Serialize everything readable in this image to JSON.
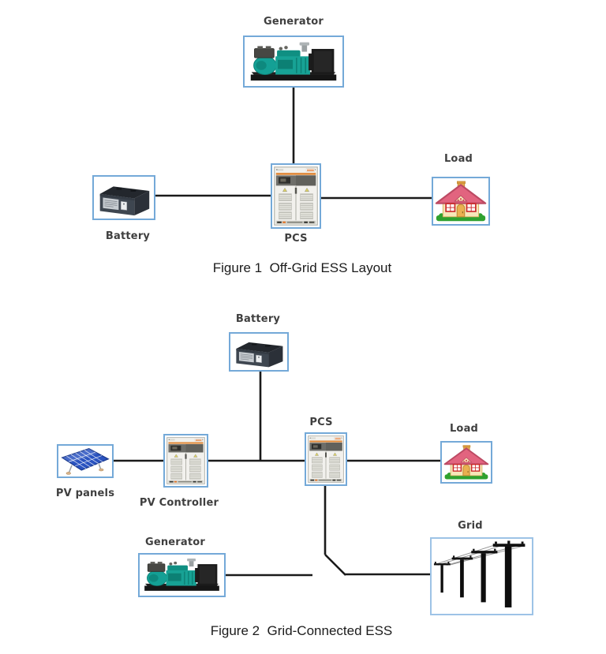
{
  "page": {
    "background": "#ffffff"
  },
  "figure1": {
    "caption": "Figure 1  Off-Grid ESS Layout",
    "nodes": {
      "generator": {
        "label": "Generator",
        "icon": "generator-icon"
      },
      "battery": {
        "label": "Battery",
        "icon": "battery-icon"
      },
      "pcs": {
        "label": "PCS",
        "icon": "pcs-cabinet-icon"
      },
      "load": {
        "label": "Load",
        "icon": "house-icon"
      }
    },
    "connections": [
      "generator-pcs",
      "battery-pcs",
      "pcs-load"
    ]
  },
  "figure2": {
    "caption": "Figure 2  Grid-Connected ESS",
    "nodes": {
      "battery": {
        "label": "Battery",
        "icon": "battery-icon"
      },
      "pv_panels": {
        "label": "PV panels",
        "icon": "pv-panels-icon"
      },
      "pv_controller": {
        "label": "PV Controller",
        "icon": "pcs-cabinet-icon"
      },
      "pcs": {
        "label": "PCS",
        "icon": "pcs-cabinet-icon"
      },
      "load": {
        "label": "Load",
        "icon": "house-icon"
      },
      "generator": {
        "label": "Generator",
        "icon": "generator-icon"
      },
      "grid": {
        "label": "Grid",
        "icon": "grid-poles-icon"
      }
    },
    "connections": [
      "battery-bus",
      "pv-panels-pv-controller",
      "pv-controller-pcs",
      "pcs-load",
      "pcs-switch-down",
      "switch-blade",
      "switch-grid",
      "generator-switch-open"
    ]
  },
  "colors": {
    "node_border": "#74a9d8",
    "grid_node_border": "#9dc3e6",
    "connector": "#1a1a1a",
    "label_text": "#3f3f3f",
    "caption_text": "#1c1c1c",
    "cabinet_stripe": "#e08a3c",
    "generator_teal": "#17a295",
    "roof_pink": "#e2647f",
    "panel_blue": "#2a53c0"
  }
}
